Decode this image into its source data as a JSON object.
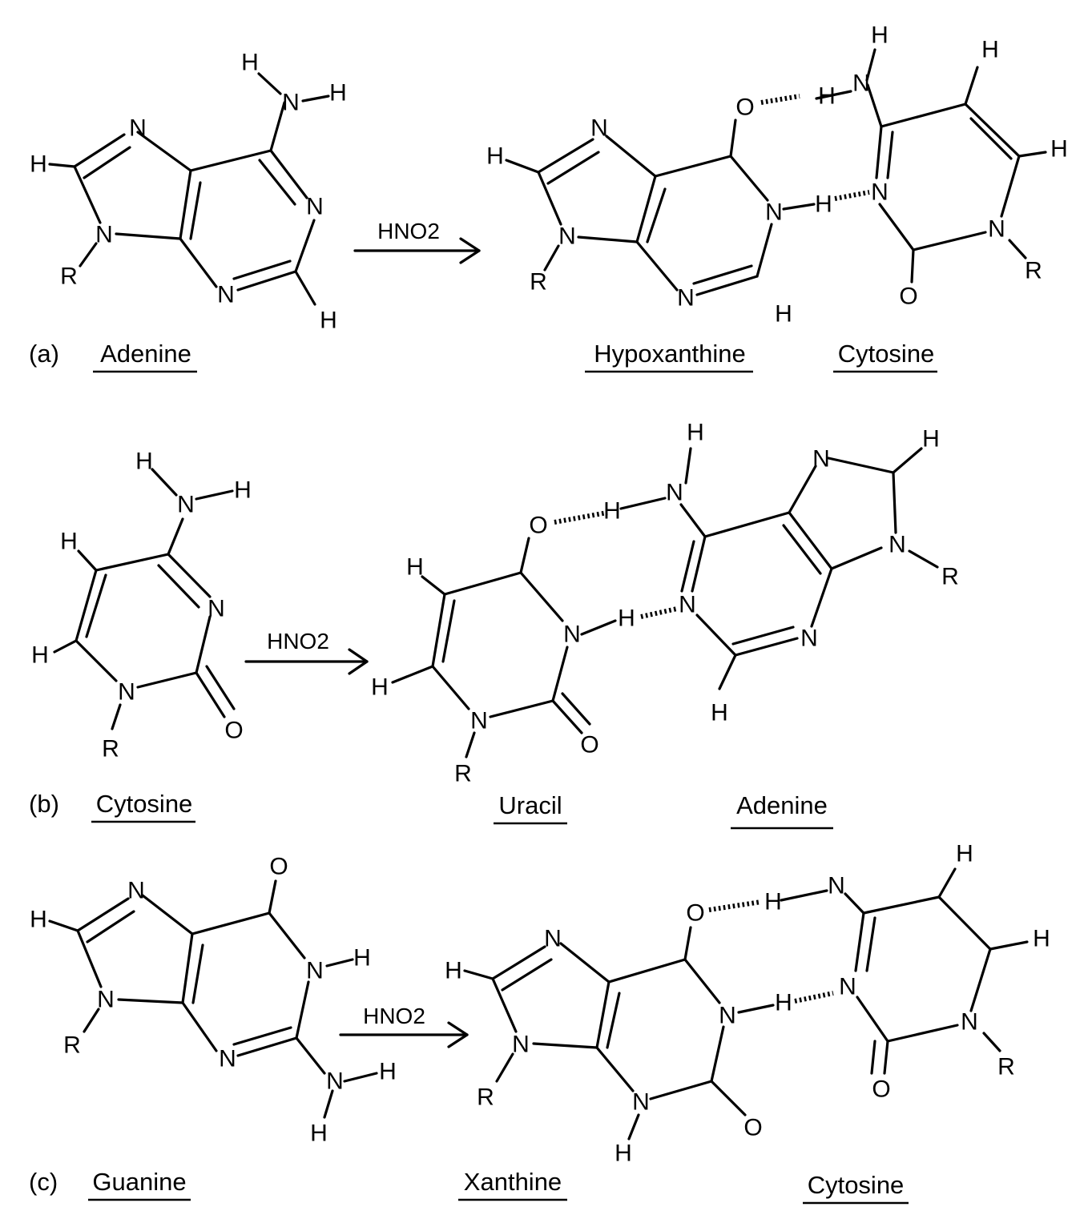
{
  "reagent": "HNO2",
  "atom_labels": {
    "n": "N",
    "h": "H",
    "o": "O",
    "r": "R"
  },
  "panels": [
    {
      "label": "(a)",
      "reactant": "Adenine",
      "product": "Hypoxanthine",
      "partner": "Cytosine"
    },
    {
      "label": "(b)",
      "reactant": "Cytosine",
      "product": "Uracil",
      "partner": "Adenine"
    },
    {
      "label": "(c)",
      "reactant": "Guanine",
      "product": "Xanthine",
      "partner": "Cytosine"
    }
  ]
}
